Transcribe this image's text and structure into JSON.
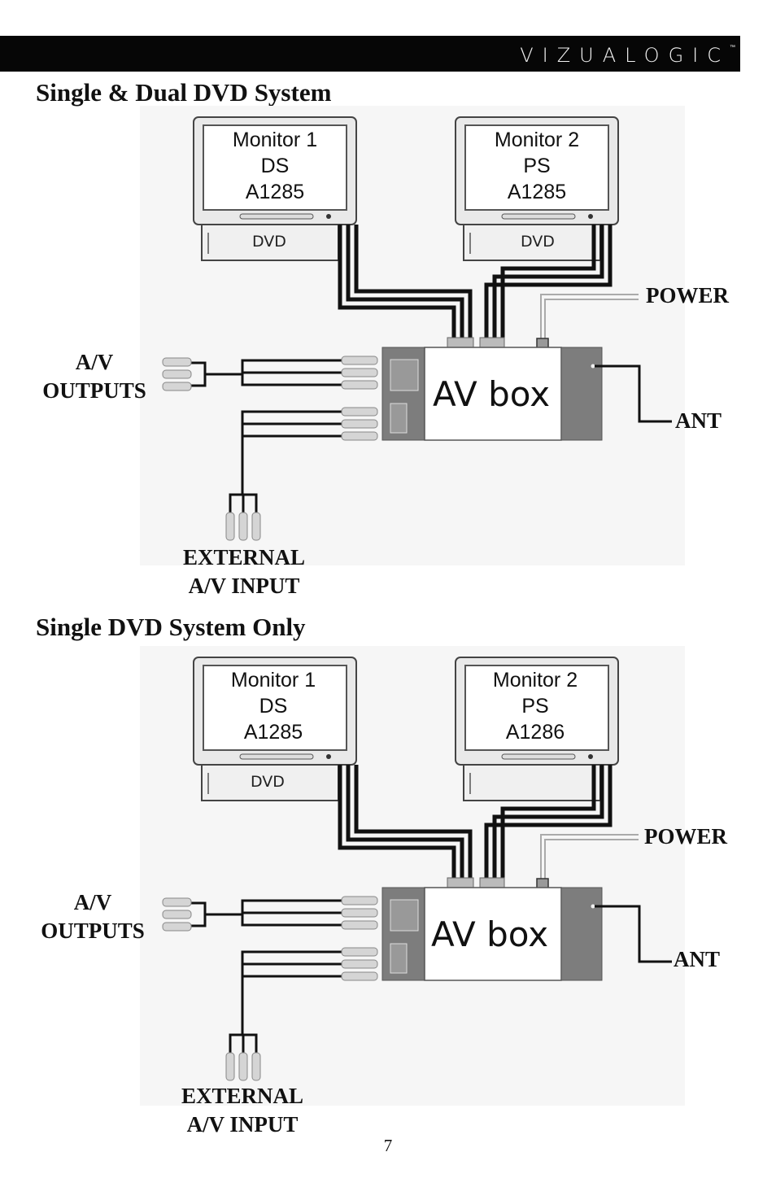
{
  "header": {
    "brand": "VIZUALOGIC",
    "trademark": "™"
  },
  "diagrams": [
    {
      "title": "Single & Dual DVD System",
      "monitor1": {
        "line1": "Monitor 1",
        "line2": "DS",
        "line3": "A1285",
        "dvd_label": "DVD"
      },
      "monitor2": {
        "line1": "Monitor 2",
        "line2": "PS",
        "line3": "A1285",
        "dvd_label": "DVD"
      },
      "av_box": "AV box",
      "labels": {
        "power": "POWER",
        "ant": "ANT",
        "av_outputs_1": "A/V",
        "av_outputs_2": "OUTPUTS",
        "external_1": "EXTERNAL",
        "external_2": "A/V INPUT"
      }
    },
    {
      "title": "Single DVD System Only",
      "monitor1": {
        "line1": "Monitor 1",
        "line2": "DS",
        "line3": "A1285",
        "dvd_label": "DVD"
      },
      "monitor2": {
        "line1": "Monitor 2",
        "line2": "PS",
        "line3": "A1286",
        "dvd_label": ""
      },
      "av_box": "AV box",
      "labels": {
        "power": "POWER",
        "ant": "ANT",
        "av_outputs_1": "A/V",
        "av_outputs_2": "OUTPUTS",
        "external_1": "EXTERNAL",
        "external_2": "A/V INPUT"
      }
    }
  ],
  "page_number": "7"
}
